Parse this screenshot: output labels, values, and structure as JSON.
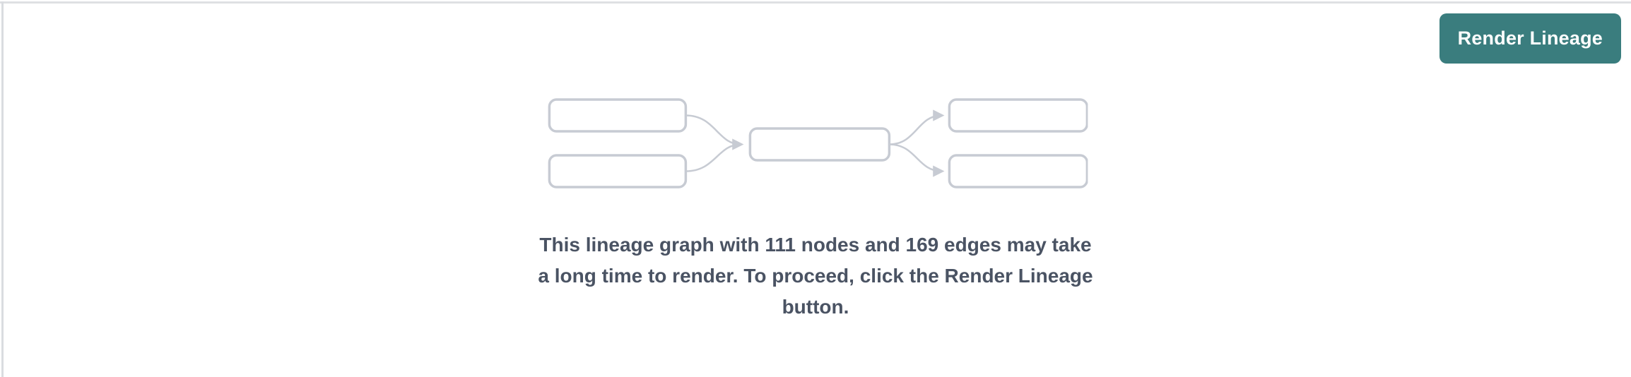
{
  "panel": {
    "background_color": "#ffffff",
    "top_border_color": "#dee0e3",
    "left_border_color": "#dadce0"
  },
  "toolbar": {
    "render_button_label": "Render Lineage",
    "render_button_color": "#3a7d7e",
    "render_button_text_color": "#ffffff"
  },
  "placeholder": {
    "graphic": {
      "type": "lineage-graph-illustration",
      "nodes_drawn": 5,
      "edges_drawn": 4,
      "stroke_color": "#c7cbd3"
    },
    "node_count": "111",
    "edge_count": "169",
    "message_full": "This lineage graph with 111 nodes and 169 edges may take a long time to render. To proceed, click the Render Lineage button.",
    "message_lines": [
      "This lineage graph with 111 nodes and 169 edges may take",
      "a long time to render. To proceed, click the Render Lineage",
      "button."
    ],
    "text_color": "#4a5363"
  }
}
